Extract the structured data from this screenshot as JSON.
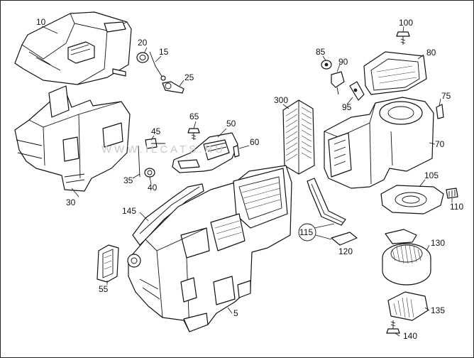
{
  "watermark": "WWW.ILCATS.RU",
  "callouts": [
    {
      "id": "p10",
      "text": "10"
    },
    {
      "id": "p20",
      "text": "20"
    },
    {
      "id": "p15",
      "text": "15"
    },
    {
      "id": "p25",
      "text": "25"
    },
    {
      "id": "p30",
      "text": "30"
    },
    {
      "id": "p35",
      "text": "35"
    },
    {
      "id": "p40",
      "text": "40"
    },
    {
      "id": "p45",
      "text": "45"
    },
    {
      "id": "p50",
      "text": "50"
    },
    {
      "id": "p55",
      "text": "55"
    },
    {
      "id": "p60",
      "text": "60"
    },
    {
      "id": "p65",
      "text": "65"
    },
    {
      "id": "p70",
      "text": "70"
    },
    {
      "id": "p75",
      "text": "75"
    },
    {
      "id": "p80",
      "text": "80"
    },
    {
      "id": "p85",
      "text": "85"
    },
    {
      "id": "p90",
      "text": "90"
    },
    {
      "id": "p95",
      "text": "95"
    },
    {
      "id": "p100",
      "text": "100"
    },
    {
      "id": "p105",
      "text": "105"
    },
    {
      "id": "p110",
      "text": "110"
    },
    {
      "id": "p115",
      "text": "115"
    },
    {
      "id": "p120",
      "text": "120"
    },
    {
      "id": "p130",
      "text": "130"
    },
    {
      "id": "p135",
      "text": "135"
    },
    {
      "id": "p140",
      "text": "140"
    },
    {
      "id": "p145",
      "text": "145"
    },
    {
      "id": "p300",
      "text": "300"
    },
    {
      "id": "p5",
      "text": "5"
    }
  ]
}
